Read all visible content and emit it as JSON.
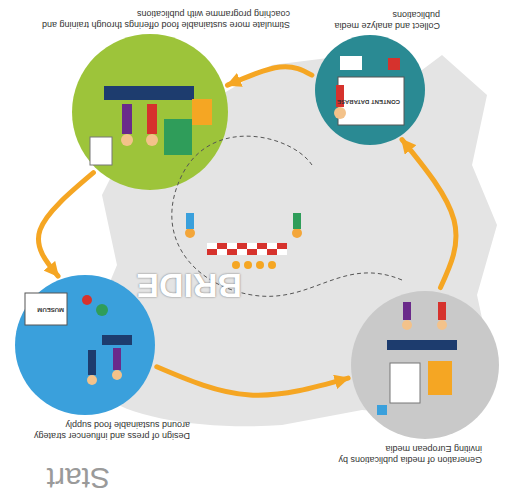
{
  "diagram": {
    "nodes": [
      {
        "text": [
          "Design of press and influencer strategy around sustainable food supply"
        ]
      },
      {
        "text": [
          "Generation of media publications by inviting European media"
        ]
      },
      {
        "text": [
          "Collect and analyze media publications"
        ]
      },
      {
        "text": [
          "Stimulate more sustainable food offerings through training and coaching programme with publications"
        ]
      }
    ],
    "edges": [
      {
        "from": 0,
        "to": 1,
        "arrow": "to"
      },
      {
        "from": 1,
        "to": 2,
        "arrow": "to"
      },
      {
        "from": 2,
        "to": 3,
        "arrow": "to"
      },
      {
        "from": 3,
        "to": 0,
        "arrow": "to"
      }
    ],
    "labels": [
      "Start",
      "BRIDE",
      "MUSEUM",
      "CONTENT DATABASE"
    ]
  }
}
